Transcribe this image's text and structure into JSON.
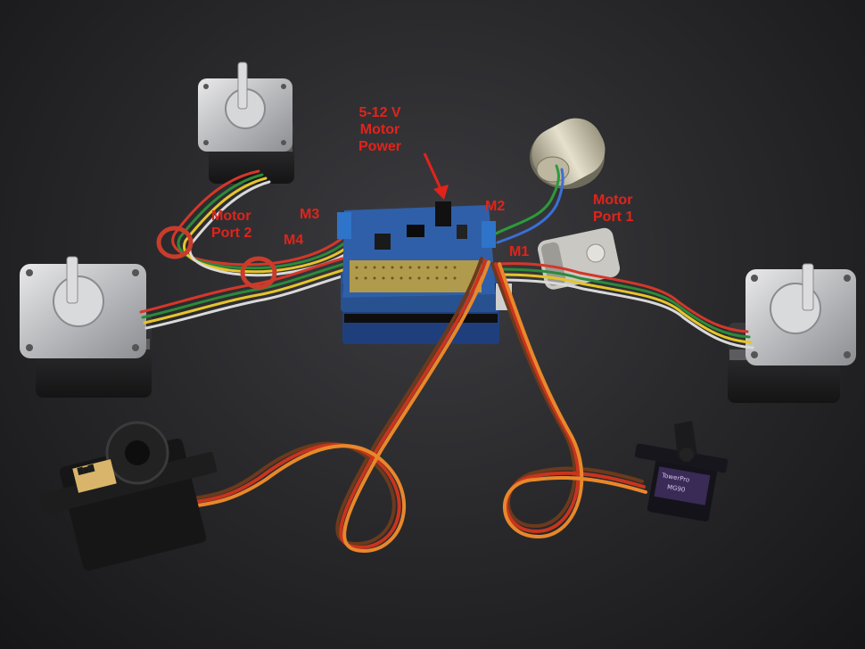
{
  "labels": {
    "motor_power": {
      "line1": "5-12 V",
      "line2": "Motor",
      "line3": "Power"
    },
    "motor_port_1": {
      "line1": "Motor",
      "line2": "Port 1"
    },
    "motor_port_2": {
      "line1": "Motor",
      "line2": "Port 2"
    },
    "m1": "M1",
    "m2": "M2",
    "m3": "M3",
    "m4": "M4"
  },
  "small_servo_brand": "TowerPro",
  "small_servo_model": "MG90",
  "colors": {
    "annotation": "#e2231a",
    "background": "#2a2a2d",
    "board_blue": "#2f5fa8",
    "wire_orange": "#e8882a",
    "wire_red": "#c8341e",
    "wire_brown": "#6b3a1c"
  }
}
